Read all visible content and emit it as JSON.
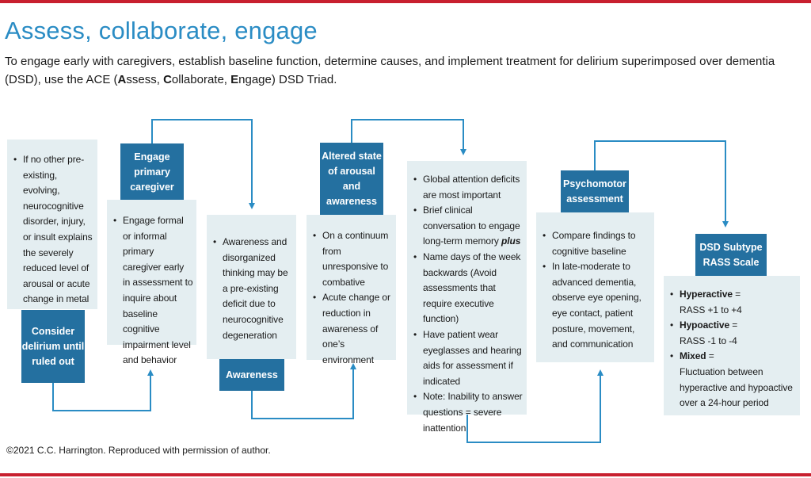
{
  "colors": {
    "accent": "#2a8cc4",
    "tag": "#2470a0",
    "box": "#e4eef1",
    "connector": "#2a8cc4",
    "rule": "#c8202f"
  },
  "title": "Assess, collaborate, engage",
  "intro": {
    "part1": "To engage early with caregivers, establish baseline function, determine causes, and implement treatment for delirium superimposed over dementia (DSD), use the ACE (",
    "a_bold": "A",
    "a_rest": "ssess, ",
    "c_bold": "C",
    "c_rest": "ollaborate, ",
    "e_bold": "E",
    "e_rest": "ngage) DSD Triad."
  },
  "steps": {
    "consider": {
      "label": "Consider delirium until ruled out",
      "items": [
        "If no other pre-existing, evolving, neurocognitive disorder, injury, or insult explains the severely reduced level of arousal or acute change in metal status"
      ]
    },
    "engage": {
      "label": "Engage primary caregiver",
      "items": [
        "Engage formal or informal primary caregiver early in assessment to inquire about baseline cognitive impairment level and behavior"
      ]
    },
    "awareness": {
      "label": "Awareness",
      "items": [
        "Awareness and disorganized thinking  may be a pre-existing deficit due to neurocognitive degeneration"
      ]
    },
    "altered": {
      "label": "Altered state of arousal and awareness",
      "items": [
        "On a continuum from unresponsive to combative",
        "Acute change or reduction in awareness of one’s environment"
      ]
    },
    "attention": {
      "items": [
        "Global attention deficits are most important",
        "Brief clinical conversation to engage long-term memory",
        "Name days of the week backwards (Avoid assessments that require executive function)",
        "Have patient wear eyeglasses and hearing aids for assessment if indicated",
        "Note: Inability to answer questions = severe inattention"
      ],
      "plus": "plus"
    },
    "psychomotor": {
      "label": "Psychomotor assessment",
      "items": [
        "Compare findings to cognitive baseline",
        "In late-moderate to advanced dementia, observe eye opening, eye contact, patient posture, movement, and communication"
      ]
    },
    "subtype": {
      "label": "DSD Subtype RASS Scale",
      "items": [
        {
          "name": "Hyperactive",
          "eq": " =",
          "desc": "RASS +1 to +4"
        },
        {
          "name": "Hypoactive",
          "eq": " =",
          "desc": "RASS -1 to -4"
        },
        {
          "name": "Mixed",
          "eq": " =",
          "desc": "Fluctuation between hyperactive and hypoactive over a 24-hour period"
        }
      ]
    }
  },
  "copyright": "©2021 C.C. Harrington. Reproduced with permission of author."
}
